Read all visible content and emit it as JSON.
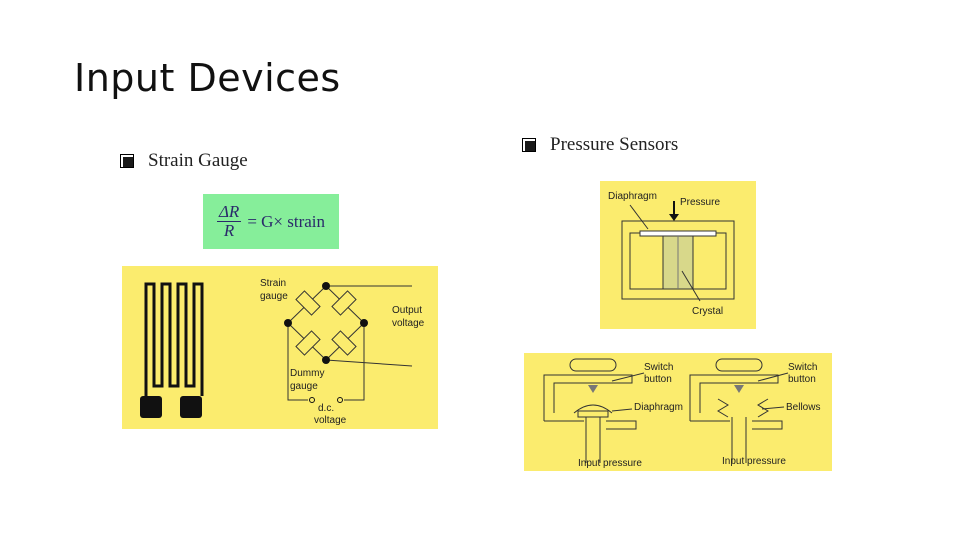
{
  "slide": {
    "title": "Input Devices"
  },
  "strain_gauge": {
    "heading": "Strain Gauge",
    "formula": {
      "numerator": "ΔR",
      "denominator": "R",
      "rhs": "= G× strain"
    },
    "diagram": {
      "label_strain_gauge_1": "Strain",
      "label_strain_gauge_2": "gauge",
      "label_output_1": "Output",
      "label_output_2": "voltage",
      "label_dummy_1": "Dummy",
      "label_dummy_2": "gauge",
      "label_dc_1": "d.c.",
      "label_dc_2": "voltage"
    }
  },
  "pressure_sensors": {
    "heading": "Pressure Sensors",
    "diagram1": {
      "diaphragm": "Diaphragm",
      "pressure": "Pressure",
      "crystal": "Crystal"
    },
    "diagram2": {
      "switch_left_1": "Switch",
      "switch_left_2": "button",
      "diaphragm": "Diaphragm",
      "input_left": "Input pressure",
      "switch_right_1": "Switch",
      "switch_right_2": "button",
      "bellows": "Bellows",
      "input_right": "Input pressure"
    }
  },
  "colors": {
    "panel_yellow": "#fbec6e",
    "formula_green": "#86ee9a"
  }
}
